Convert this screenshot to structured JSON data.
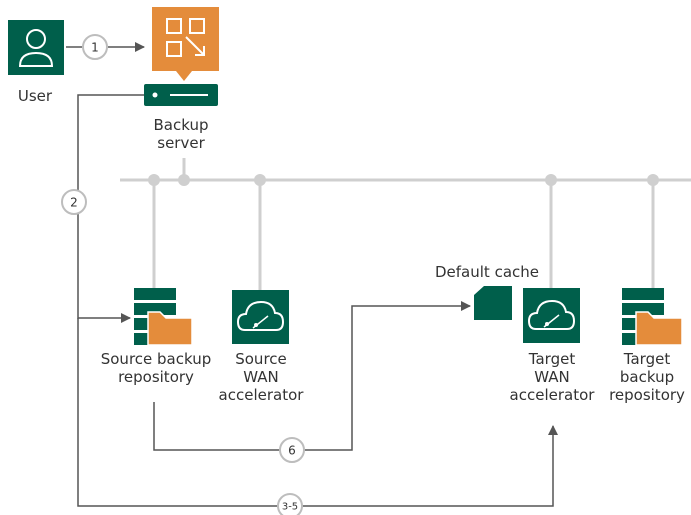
{
  "nodes": {
    "user": {
      "label": "User"
    },
    "backup_server": {
      "label_lines": [
        "Backup",
        "server"
      ]
    },
    "source_repository": {
      "label_lines": [
        "Source backup",
        "repository"
      ]
    },
    "source_wan": {
      "label_lines": [
        "Source",
        "WAN",
        "accelerator"
      ]
    },
    "default_cache": {
      "label": "Default cache"
    },
    "target_wan": {
      "label_lines": [
        "Target",
        "WAN",
        "accelerator"
      ]
    },
    "target_repository": {
      "label_lines": [
        "Target",
        "backup",
        "repository"
      ]
    }
  },
  "steps": [
    "1",
    "2",
    "6",
    "3-5"
  ],
  "colors": {
    "teal": "#005f4b",
    "orange": "#e48c3b",
    "line_gray": "#cfcfcf",
    "arrow_gray": "#555555"
  }
}
